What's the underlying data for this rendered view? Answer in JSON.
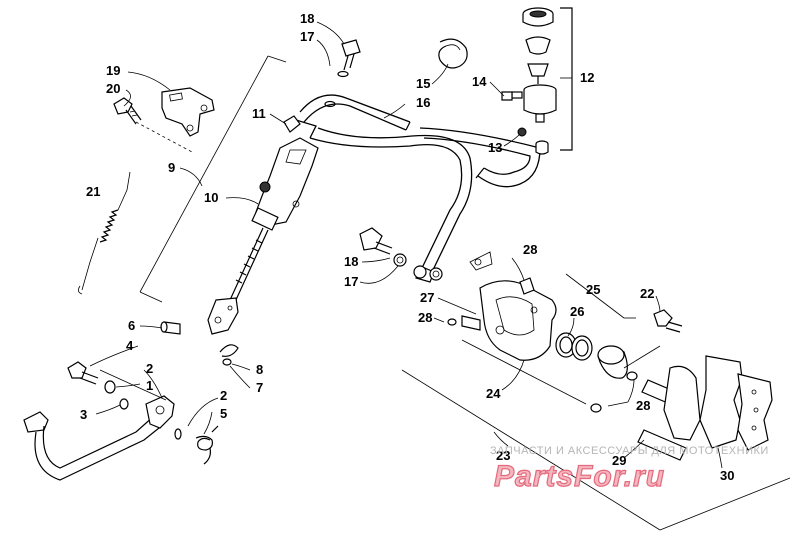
{
  "callouts": {
    "c1": "1",
    "c2a": "2",
    "c2b": "2",
    "c3": "3",
    "c4": "4",
    "c5": "5",
    "c6": "6",
    "c7": "7",
    "c8": "8",
    "c9": "9",
    "c10": "10",
    "c11": "11",
    "c12": "12",
    "c13": "13",
    "c14": "14",
    "c15": "15",
    "c16": "16",
    "c17a": "17",
    "c17b": "17",
    "c18a": "18",
    "c18b": "18",
    "c19": "19",
    "c20": "20",
    "c21": "21",
    "c22": "22",
    "c23": "23",
    "c24": "24",
    "c25": "25",
    "c26": "26",
    "c27": "27",
    "c28a": "28",
    "c28b": "28",
    "c28c": "28",
    "c29": "29",
    "c30": "30"
  },
  "watermark": {
    "tagline": "ЗАПЧАСТИ И АКСЕССУАРЫ ДЛЯ МОТОТЕХНИКИ",
    "logo": "PartsFor.ru"
  }
}
